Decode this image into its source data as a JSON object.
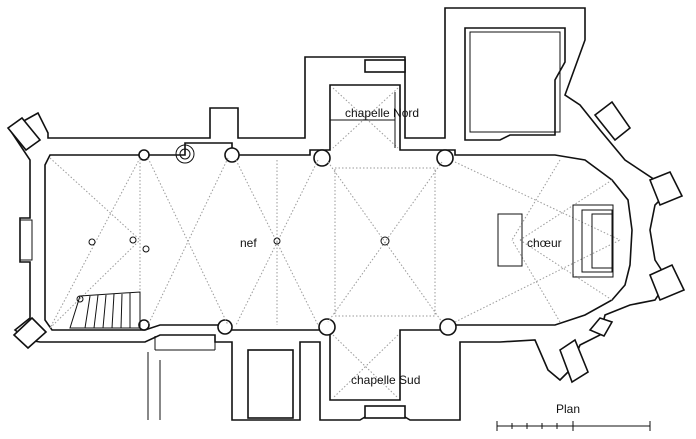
{
  "labels": {
    "chapelle_nord": "chapelle Nord",
    "nef": "nef",
    "choeur": "chœur",
    "chapelle_sud": "chapelle Sud",
    "plan": "Plan"
  },
  "colors": {
    "ink": "#111111",
    "vault_lines": "#9a9a9a",
    "background": "#ffffff"
  }
}
